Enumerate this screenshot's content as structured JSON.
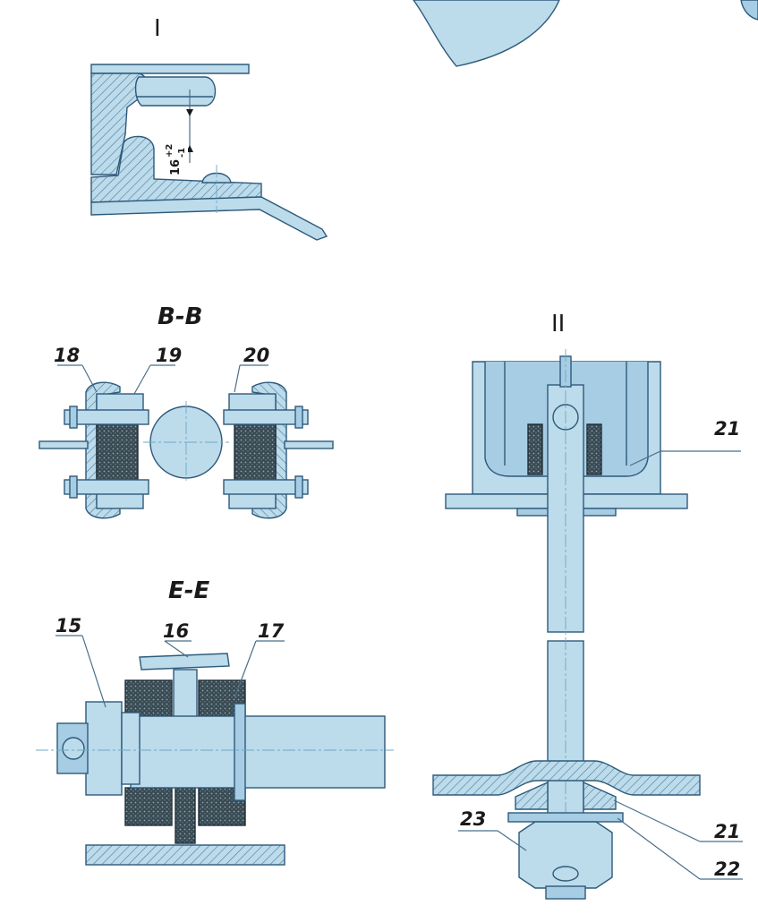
{
  "views": {
    "detail_1": {
      "title": "I",
      "dimension": "16",
      "dimension_tol_upper": "+2",
      "dimension_tol_lower": "-1"
    },
    "detail_2": {
      "title": "II"
    },
    "section_bb": {
      "title": "B-B"
    },
    "section_ee": {
      "title": "E-E"
    }
  },
  "callouts": {
    "c15": "15",
    "c16": "16",
    "c17": "17",
    "c18": "18",
    "c19": "19",
    "c20": "20",
    "c21_top": "21",
    "c21_bottom": "21",
    "c22": "22",
    "c23": "23"
  },
  "colors": {
    "part_fill": "#bcdbeb",
    "outline": "#2e5a7a",
    "rubber": "#3a4a52",
    "centerline": "#6fa8c6"
  }
}
